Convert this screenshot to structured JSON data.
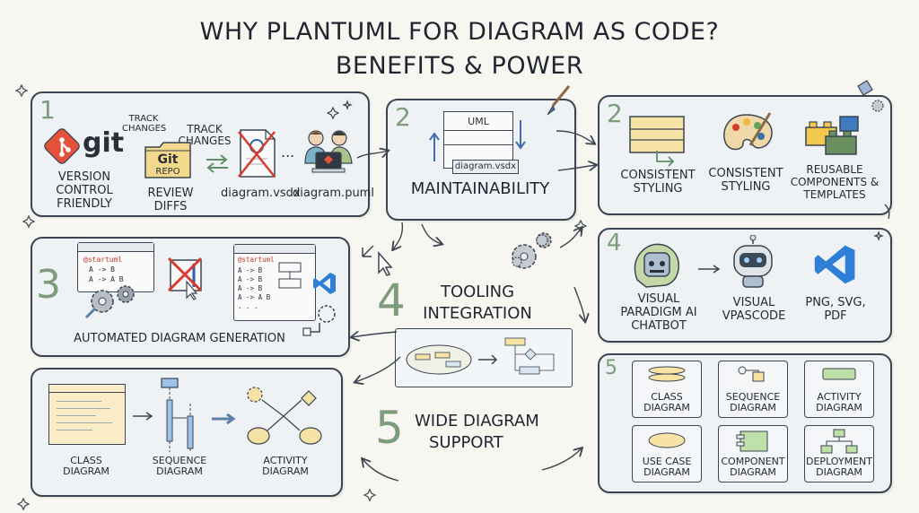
{
  "title": {
    "line1": "WHY PLANTUML FOR DIAGRAM AS CODE?",
    "line2": "BENEFITS & POWER"
  },
  "version_control": {
    "number": "1",
    "label": "VERSION CONTROL FRIENDLY",
    "git_text": "git",
    "track_changes_1": "TRACK CHANGES",
    "track_changes_2": "TRACK CHANGES",
    "repo_line1": "Git",
    "repo_line2": "REPO",
    "review_diffs": "REVIEW DIFFS",
    "file_vsdx": "diagram.vsdx",
    "ellipsis": "...",
    "file_puml": "diagram.puml"
  },
  "maintainability": {
    "number": "2",
    "uml_label": "UML",
    "file_label": "diagram.vsdx",
    "label": "MAINTAINABILITY"
  },
  "consistency": {
    "number": "2",
    "items": [
      {
        "label": "CONSISTENT STYLING",
        "icon": "style-sheet-icon"
      },
      {
        "label": "CONSISTENT STYLING",
        "icon": "palette-icon"
      },
      {
        "label": "REUSABLE COMPONENTS & TEMPLATES",
        "icon": "lego-blocks-icon"
      }
    ]
  },
  "automation": {
    "number": "3",
    "code1": [
      "@startuml",
      "A -> B",
      "A -> A B"
    ],
    "code2": [
      "@startuml",
      "A -> B",
      "A -> B",
      "A -> B",
      "A -> A B",
      ". . ."
    ],
    "label": "AUTOMATED DIAGRAM GENERATION"
  },
  "tooling": {
    "number": "4",
    "label_line1": "TOOLING",
    "label_line2": "INTEGRATION"
  },
  "integrations": {
    "number": "4",
    "items": [
      {
        "label": "VISUAL PARADIGM AI CHATBOT",
        "icon": "robot-icon"
      },
      {
        "label": "VISUAL VPasCode",
        "icon": "robot-head-icon"
      },
      {
        "label": "PNG, SVG, PDF",
        "icon": "vscode-icon"
      }
    ]
  },
  "wide_support": {
    "number": "5",
    "label_line1": "WIDE DIAGRAM",
    "label_line2": "SUPPORT"
  },
  "types_left": {
    "items": [
      "CLASS DIAGRAM",
      "SEQUENCE DIAGRAM",
      "ACTIVITY DIAGRAM"
    ]
  },
  "types_grid": {
    "number": "5",
    "items": [
      "CLASS DIAGRAM",
      "SEQUENCE DIAGRAM",
      "ACTIVITY DIAGRAM",
      "USE CASE DIAGRAM",
      "COMPONENT DIAGRAM",
      "DEPLOYMENT DIAGRAM"
    ]
  },
  "colors": {
    "accent_green": "#7c9c7c",
    "git_red": "#e4523a",
    "folder_yellow": "#f3d98b",
    "vscode_blue": "#2f7fd6",
    "outline": "#3b4450"
  }
}
